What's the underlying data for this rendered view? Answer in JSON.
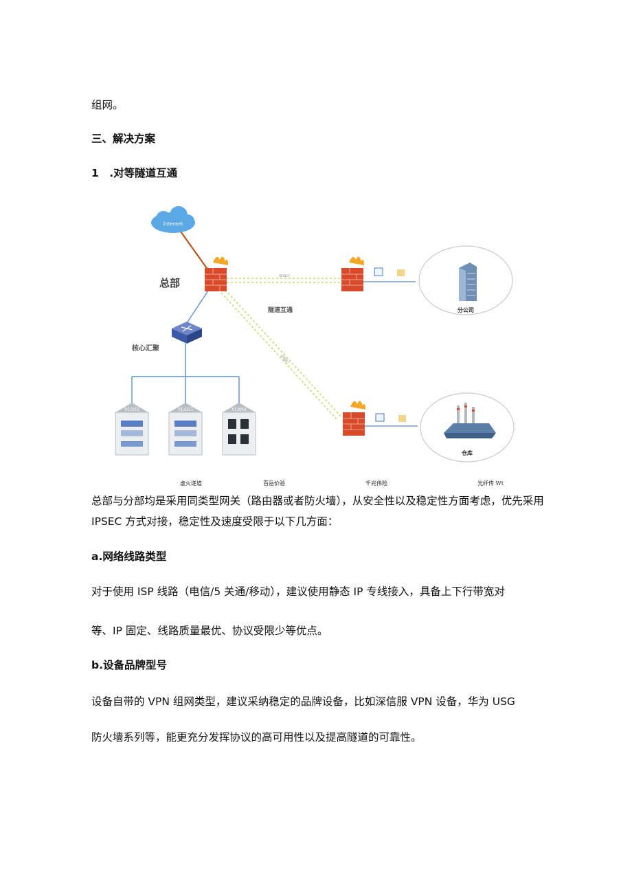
{
  "doc": {
    "line_intro": "组网。",
    "section_3": "三、解决方案",
    "sub_1": "1　.对等隧道互通",
    "para_main": "总部与分部均是采用同类型网关（路由器或者防火墙），从安全性以及稳定性方面考虑，优先采用 IPSEC 方式对接，稳定性及速度受限于以下几方面：",
    "heading_a": "a.网络线路类型",
    "para_a1": "对于使用 ISP 线路（电信/5 关通/移动），建议使用静态 IP 专线接入，具备上下行带宽对",
    "para_a2": "等、IP 固定、线路质量最优、协议受限少等优点。",
    "heading_b": "b.设备品牌型号",
    "para_b1": "设备自带的 VPN 组网类型，建议采纳稳定的品牌设备，比如深信服 VPN 设备，华为 USG",
    "para_b2": "防火墙系列等，能更充分发挥协议的高可用性以及提高隧道的可靠性。"
  },
  "diagram": {
    "cloud_label": "Internet",
    "hq_label": "总部",
    "core_label": "核心汇聚",
    "tunnel_label": "隧道互通",
    "ipsec_top": "IPSEC",
    "ipsec_diag": "IPSEC",
    "branch_label": "分公司",
    "warehouse_label": "仓库",
    "vlans": [
      "VLAN2",
      "VLAN3",
      "VLAN4"
    ],
    "legend": [
      "虚火遂道",
      "百岳价验",
      "千兆伟险",
      "光纤传 Wt"
    ],
    "colors": {
      "cloud": "#5aa9e6",
      "firewall": "#d94a2a",
      "flame": "#f5a623",
      "tunnel": "#c9d86a",
      "link": "#5b8fc9",
      "internet_link": "#b5561e",
      "switch": "#3a5aa8"
    }
  }
}
